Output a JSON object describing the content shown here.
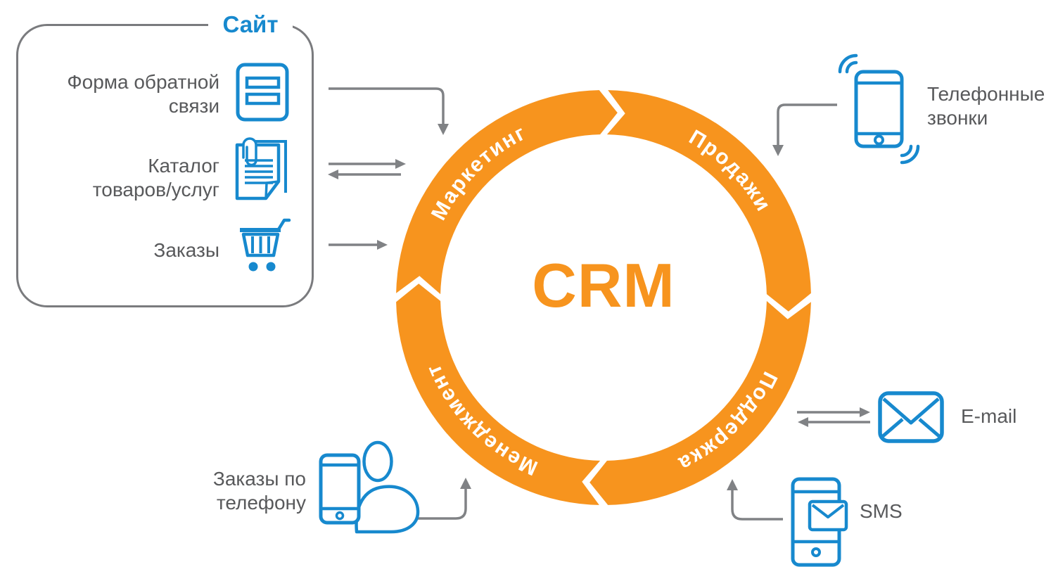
{
  "site_box": {
    "title": "Сайт",
    "items": [
      {
        "label": "Форма обратной\nсвязи",
        "icon": "feedback-form-icon"
      },
      {
        "label": "Каталог\nтоваров/услуг",
        "icon": "catalog-icon"
      },
      {
        "label": "Заказы",
        "icon": "cart-icon"
      }
    ]
  },
  "crm_ring": {
    "center_label": "CRM",
    "segments": [
      {
        "label": "Продажи",
        "position": "top-right"
      },
      {
        "label": "Поддержка",
        "position": "bottom-right"
      },
      {
        "label": "Менеджмент",
        "position": "bottom-left"
      },
      {
        "label": "Маркетинг",
        "position": "top-left"
      }
    ]
  },
  "channels": {
    "phone_calls": {
      "label": "Телефонные\nзвонки",
      "icon": "ringing-phone-icon"
    },
    "email": {
      "label": "E-mail",
      "icon": "envelope-icon"
    },
    "sms": {
      "label": "SMS",
      "icon": "sms-phone-icon"
    },
    "phone_orders": {
      "label": "Заказы по\nтелефону",
      "icon": "person-with-phone-icon"
    }
  },
  "colors": {
    "orange": "#F7941E",
    "blue": "#1789CE",
    "text_gray": "#58595B",
    "arrow_gray": "#808285",
    "border_gray": "#7A7B7E"
  }
}
